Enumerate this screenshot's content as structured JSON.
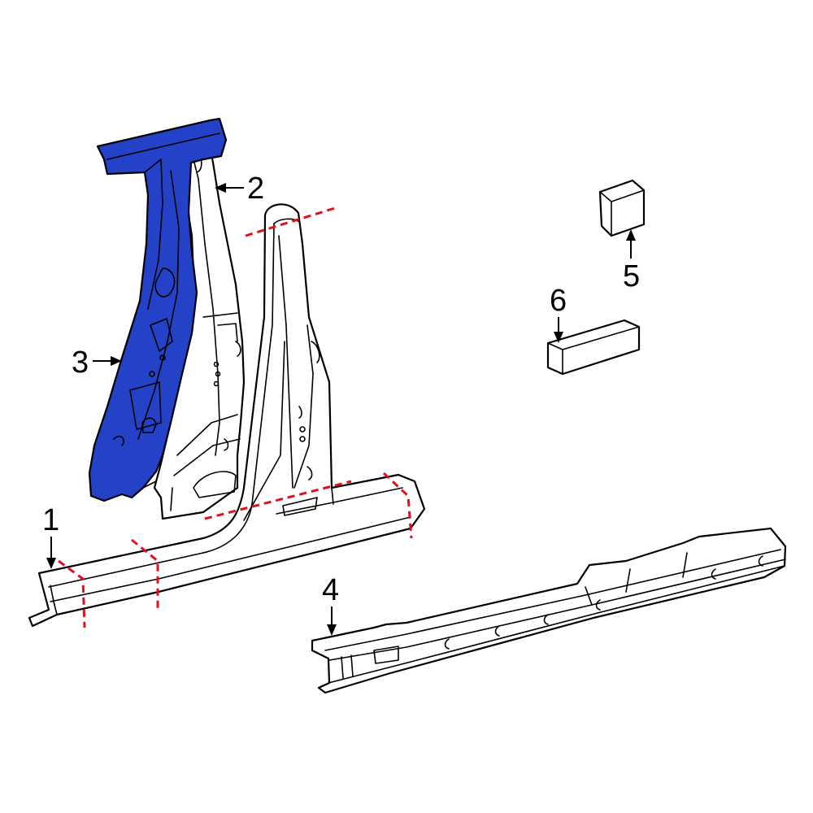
{
  "colors": {
    "highlight": "#2342c8",
    "cut_line": "#e0101e",
    "outline": "#000000"
  },
  "callouts": [
    {
      "id": "1",
      "label": "1"
    },
    {
      "id": "2",
      "label": "2"
    },
    {
      "id": "3",
      "label": "3"
    },
    {
      "id": "4",
      "label": "4"
    },
    {
      "id": "5",
      "label": "5"
    },
    {
      "id": "6",
      "label": "6"
    }
  ]
}
